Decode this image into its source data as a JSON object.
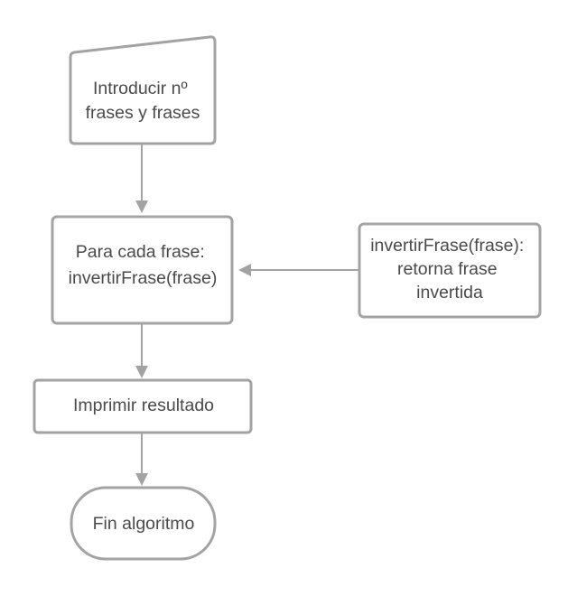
{
  "diagram": {
    "type": "flowchart",
    "colors": {
      "stroke": "#a3a3a3",
      "text": "#4a4a4a",
      "fill": "#ffffff"
    },
    "nodes": {
      "input": {
        "shape": "manual-input",
        "lines": [
          "Introducir nº",
          "frases y frases"
        ]
      },
      "loop": {
        "shape": "process",
        "lines": [
          "Para cada frase:",
          "invertirFrase(frase)"
        ]
      },
      "function": {
        "shape": "process",
        "lines": [
          "invertirFrase(frase):",
          "retorna frase",
          "invertida"
        ]
      },
      "output": {
        "shape": "process",
        "lines": [
          "Imprimir resultado"
        ]
      },
      "end": {
        "shape": "terminator",
        "lines": [
          "Fin algoritmo"
        ]
      }
    },
    "edges": [
      {
        "from": "input",
        "to": "loop"
      },
      {
        "from": "function",
        "to": "loop"
      },
      {
        "from": "loop",
        "to": "output"
      },
      {
        "from": "output",
        "to": "end"
      }
    ]
  }
}
